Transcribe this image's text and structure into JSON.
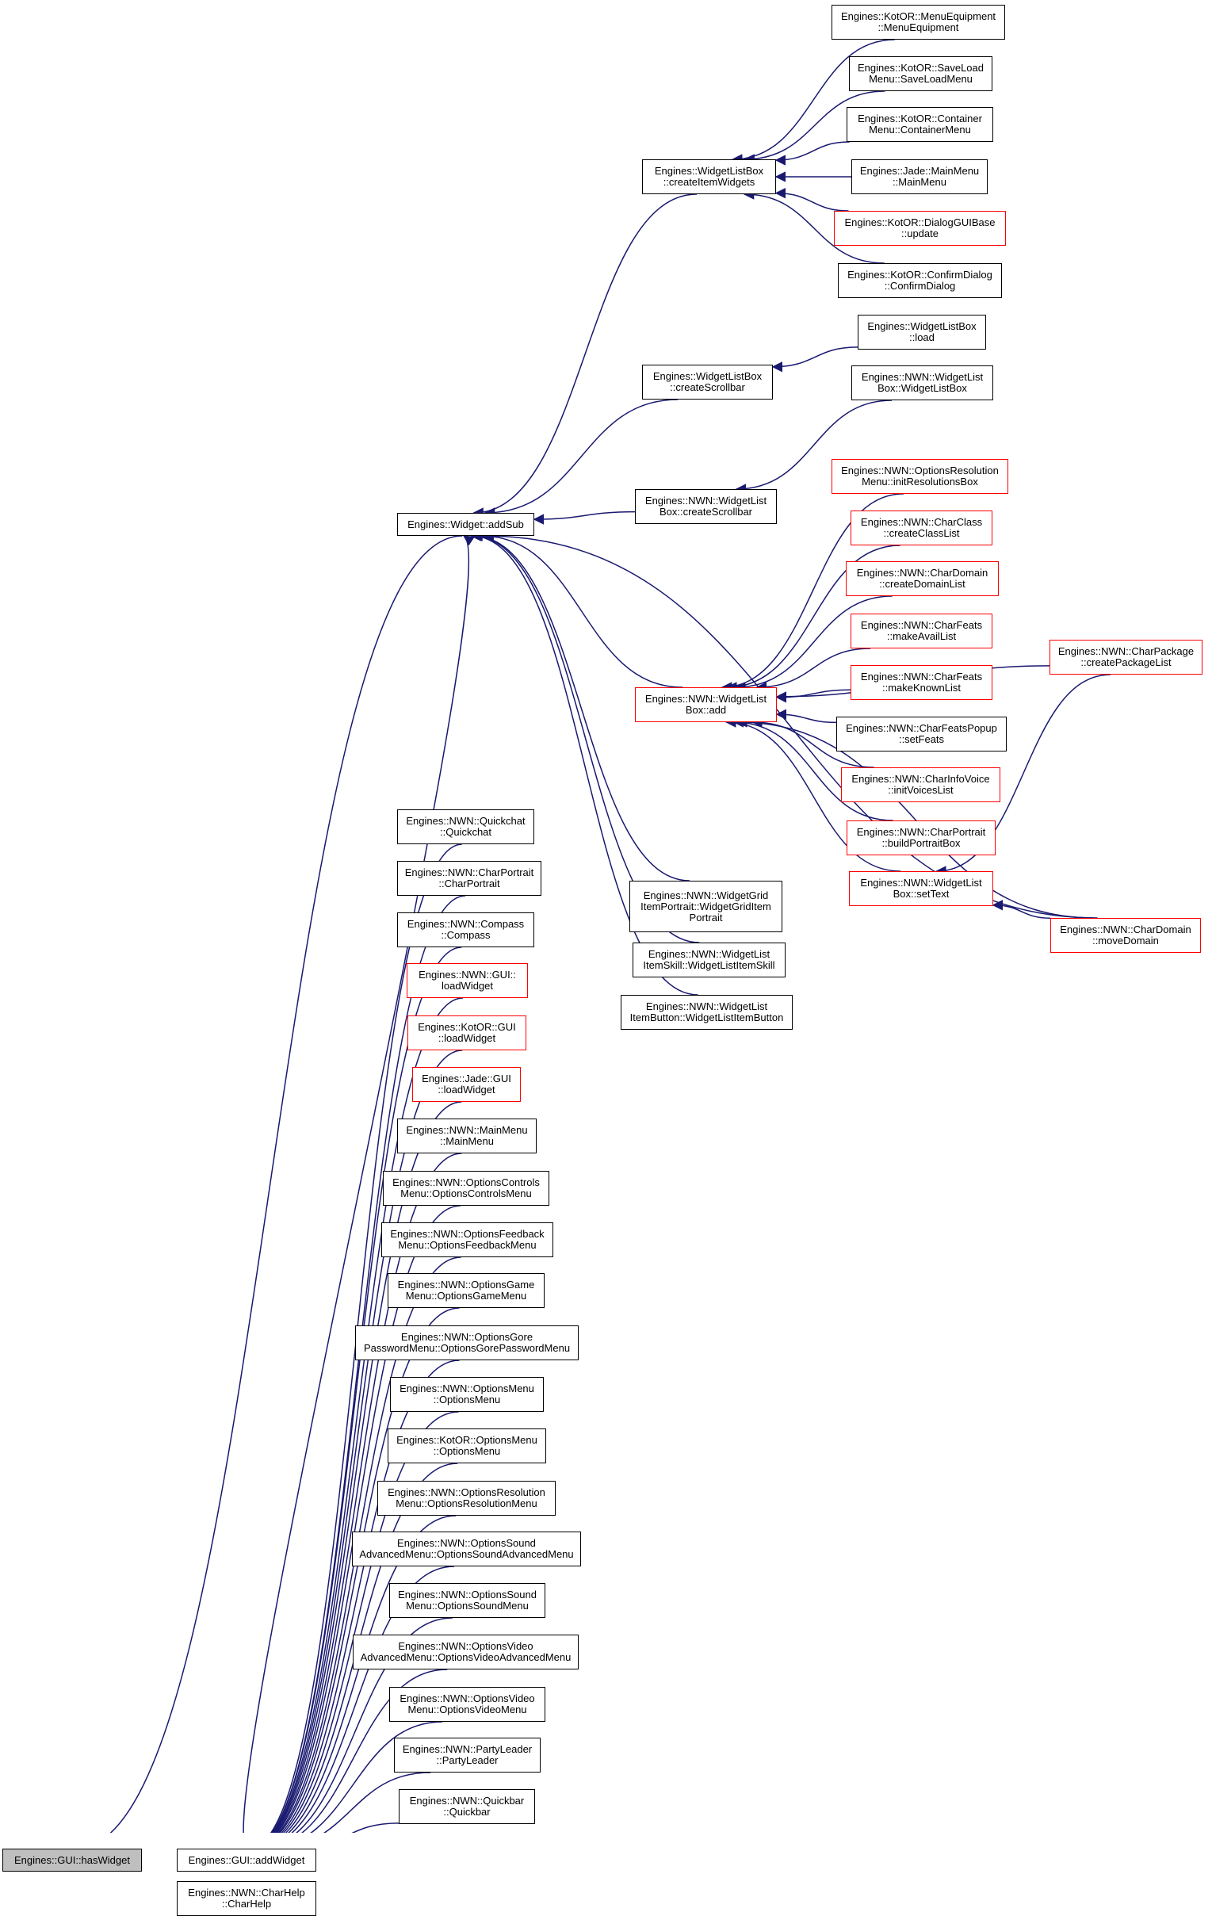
{
  "graph": {
    "edge_color": "#191970",
    "node_border_color": "#000000",
    "highlight_border_color": "#ff0000",
    "root_fill": "#bfbfbf",
    "nodes": [
      {
        "id": "hasWidget",
        "label": "Engines::GUI::hasWidget",
        "style": "root"
      },
      {
        "id": "addWidget",
        "label": "Engines::GUI::addWidget",
        "style": "normal"
      },
      {
        "id": "charHelp",
        "label": "Engines::NWN::CharHelp\n::CharHelp",
        "style": "normal"
      },
      {
        "id": "addSub",
        "label": "Engines::Widget::addSub",
        "style": "normal"
      },
      {
        "id": "createItemWidgets",
        "label": "Engines::WidgetListBox\n::createItemWidgets",
        "style": "normal"
      },
      {
        "id": "createScrollbar",
        "label": "Engines::WidgetListBox\n::createScrollbar",
        "style": "normal"
      },
      {
        "id": "nwnCreateScrollbar",
        "label": "Engines::NWN::WidgetList\nBox::createScrollbar",
        "style": "normal"
      },
      {
        "id": "nwnAdd",
        "label": "Engines::NWN::WidgetList\nBox::add",
        "style": "red"
      },
      {
        "id": "menuEquipment",
        "label": "Engines::KotOR::MenuEquipment\n::MenuEquipment",
        "style": "normal"
      },
      {
        "id": "saveLoad",
        "label": "Engines::KotOR::SaveLoad\nMenu::SaveLoadMenu",
        "style": "normal"
      },
      {
        "id": "container",
        "label": "Engines::KotOR::Container\nMenu::ContainerMenu",
        "style": "normal"
      },
      {
        "id": "jadeMainMenu",
        "label": "Engines::Jade::MainMenu\n::MainMenu",
        "style": "normal"
      },
      {
        "id": "dialogGUIBase",
        "label": "Engines::KotOR::DialogGUIBase\n::update",
        "style": "red"
      },
      {
        "id": "confirmDialog",
        "label": "Engines::KotOR::ConfirmDialog\n::ConfirmDialog",
        "style": "normal"
      },
      {
        "id": "listBoxLoad",
        "label": "Engines::WidgetListBox\n::load",
        "style": "normal"
      },
      {
        "id": "nwnListBoxCtor",
        "label": "Engines::NWN::WidgetList\nBox::WidgetListBox",
        "style": "normal"
      },
      {
        "id": "initResolutions",
        "label": "Engines::NWN::OptionsResolution\nMenu::initResolutionsBox",
        "style": "red"
      },
      {
        "id": "createClassList",
        "label": "Engines::NWN::CharClass\n::createClassList",
        "style": "red"
      },
      {
        "id": "createDomainList",
        "label": "Engines::NWN::CharDomain\n::createDomainList",
        "style": "red"
      },
      {
        "id": "makeAvailList",
        "label": "Engines::NWN::CharFeats\n::makeAvailList",
        "style": "red"
      },
      {
        "id": "makeKnownList",
        "label": "Engines::NWN::CharFeats\n::makeKnownList",
        "style": "red"
      },
      {
        "id": "setFeats",
        "label": "Engines::NWN::CharFeatsPopup\n::setFeats",
        "style": "normal"
      },
      {
        "id": "initVoicesList",
        "label": "Engines::NWN::CharInfoVoice\n::initVoicesList",
        "style": "red"
      },
      {
        "id": "buildPortraitBox",
        "label": "Engines::NWN::CharPortrait\n::buildPortraitBox",
        "style": "red"
      },
      {
        "id": "setText",
        "label": "Engines::NWN::WidgetList\nBox::setText",
        "style": "red"
      },
      {
        "id": "createPackageList",
        "label": "Engines::NWN::CharPackage\n::createPackageList",
        "style": "red"
      },
      {
        "id": "moveDomain",
        "label": "Engines::NWN::CharDomain\n::moveDomain",
        "style": "red"
      },
      {
        "id": "gridItemPortrait",
        "label": "Engines::NWN::WidgetGrid\nItemPortrait::WidgetGridItem\nPortrait",
        "style": "normal"
      },
      {
        "id": "itemSkill",
        "label": "Engines::NWN::WidgetList\nItemSkill::WidgetListItemSkill",
        "style": "normal"
      },
      {
        "id": "itemButton",
        "label": "Engines::NWN::WidgetList\nItemButton::WidgetListItemButton",
        "style": "normal"
      },
      {
        "id": "quickchat",
        "label": "Engines::NWN::Quickchat\n::Quickchat",
        "style": "normal"
      },
      {
        "id": "charPortrait",
        "label": "Engines::NWN::CharPortrait\n::CharPortrait",
        "style": "normal"
      },
      {
        "id": "compass",
        "label": "Engines::NWN::Compass\n::Compass",
        "style": "normal"
      },
      {
        "id": "nwnLoadWidget",
        "label": "Engines::NWN::GUI::\nloadWidget",
        "style": "red"
      },
      {
        "id": "kotorLoadWidget",
        "label": "Engines::KotOR::GUI\n::loadWidget",
        "style": "red"
      },
      {
        "id": "jadeLoadWidget",
        "label": "Engines::Jade::GUI\n::loadWidget",
        "style": "red"
      },
      {
        "id": "nwnMainMenu",
        "label": "Engines::NWN::MainMenu\n::MainMenu",
        "style": "normal"
      },
      {
        "id": "optionsControls",
        "label": "Engines::NWN::OptionsControls\nMenu::OptionsControlsMenu",
        "style": "normal"
      },
      {
        "id": "optionsFeedback",
        "label": "Engines::NWN::OptionsFeedback\nMenu::OptionsFeedbackMenu",
        "style": "normal"
      },
      {
        "id": "optionsGame",
        "label": "Engines::NWN::OptionsGame\nMenu::OptionsGameMenu",
        "style": "normal"
      },
      {
        "id": "optionsGore",
        "label": "Engines::NWN::OptionsGore\nPasswordMenu::OptionsGorePasswordMenu",
        "style": "normal"
      },
      {
        "id": "nwnOptionsMenu",
        "label": "Engines::NWN::OptionsMenu\n::OptionsMenu",
        "style": "normal"
      },
      {
        "id": "kotorOptionsMenu",
        "label": "Engines::KotOR::OptionsMenu\n::OptionsMenu",
        "style": "normal"
      },
      {
        "id": "optionsResolution",
        "label": "Engines::NWN::OptionsResolution\nMenu::OptionsResolutionMenu",
        "style": "normal"
      },
      {
        "id": "optionsSoundAdv",
        "label": "Engines::NWN::OptionsSound\nAdvancedMenu::OptionsSoundAdvancedMenu",
        "style": "normal"
      },
      {
        "id": "optionsSound",
        "label": "Engines::NWN::OptionsSound\nMenu::OptionsSoundMenu",
        "style": "normal"
      },
      {
        "id": "optionsVideoAdv",
        "label": "Engines::NWN::OptionsVideo\nAdvancedMenu::OptionsVideoAdvancedMenu",
        "style": "normal"
      },
      {
        "id": "optionsVideo",
        "label": "Engines::NWN::OptionsVideo\nMenu::OptionsVideoMenu",
        "style": "normal"
      },
      {
        "id": "partyLeader",
        "label": "Engines::NWN::PartyLeader\n::PartyLeader",
        "style": "normal"
      },
      {
        "id": "quickbar",
        "label": "Engines::NWN::Quickbar\n::Quickbar",
        "style": "normal"
      }
    ],
    "edges": [
      {
        "from": "addWidget",
        "to": "hasWidget"
      },
      {
        "from": "charHelp",
        "to": "hasWidget"
      },
      {
        "from": "addSub",
        "to": "hasWidget"
      },
      {
        "from": "createItemWidgets",
        "to": "addSub"
      },
      {
        "from": "createScrollbar",
        "to": "addSub"
      },
      {
        "from": "nwnCreateScrollbar",
        "to": "addSub"
      },
      {
        "from": "nwnAdd",
        "to": "addSub"
      },
      {
        "from": "gridItemPortrait",
        "to": "addSub"
      },
      {
        "from": "itemSkill",
        "to": "addSub"
      },
      {
        "from": "itemButton",
        "to": "addSub"
      },
      {
        "from": "moveDomain",
        "to": "addSub"
      },
      {
        "from": "addWidget",
        "to": "addSub"
      },
      {
        "from": "menuEquipment",
        "to": "createItemWidgets"
      },
      {
        "from": "saveLoad",
        "to": "createItemWidgets"
      },
      {
        "from": "container",
        "to": "createItemWidgets"
      },
      {
        "from": "jadeMainMenu",
        "to": "createItemWidgets"
      },
      {
        "from": "dialogGUIBase",
        "to": "createItemWidgets"
      },
      {
        "from": "confirmDialog",
        "to": "createItemWidgets"
      },
      {
        "from": "listBoxLoad",
        "to": "createScrollbar"
      },
      {
        "from": "nwnListBoxCtor",
        "to": "nwnCreateScrollbar"
      },
      {
        "from": "initResolutions",
        "to": "nwnAdd"
      },
      {
        "from": "createClassList",
        "to": "nwnAdd"
      },
      {
        "from": "createDomainList",
        "to": "nwnAdd"
      },
      {
        "from": "makeAvailList",
        "to": "nwnAdd"
      },
      {
        "from": "makeKnownList",
        "to": "nwnAdd"
      },
      {
        "from": "setFeats",
        "to": "nwnAdd"
      },
      {
        "from": "initVoicesList",
        "to": "nwnAdd"
      },
      {
        "from": "buildPortraitBox",
        "to": "nwnAdd"
      },
      {
        "from": "setText",
        "to": "nwnAdd"
      },
      {
        "from": "createPackageList",
        "to": "nwnAdd"
      },
      {
        "from": "moveDomain",
        "to": "nwnAdd"
      },
      {
        "from": "createPackageList",
        "to": "setText"
      },
      {
        "from": "moveDomain",
        "to": "setText"
      },
      {
        "from": "quickchat",
        "to": "addWidget"
      },
      {
        "from": "charPortrait",
        "to": "addWidget"
      },
      {
        "from": "compass",
        "to": "addWidget"
      },
      {
        "from": "nwnLoadWidget",
        "to": "addWidget"
      },
      {
        "from": "kotorLoadWidget",
        "to": "addWidget"
      },
      {
        "from": "jadeLoadWidget",
        "to": "addWidget"
      },
      {
        "from": "nwnMainMenu",
        "to": "addWidget"
      },
      {
        "from": "optionsControls",
        "to": "addWidget"
      },
      {
        "from": "optionsFeedback",
        "to": "addWidget"
      },
      {
        "from": "optionsGame",
        "to": "addWidget"
      },
      {
        "from": "optionsGore",
        "to": "addWidget"
      },
      {
        "from": "nwnOptionsMenu",
        "to": "addWidget"
      },
      {
        "from": "kotorOptionsMenu",
        "to": "addWidget"
      },
      {
        "from": "optionsResolution",
        "to": "addWidget"
      },
      {
        "from": "optionsSoundAdv",
        "to": "addWidget"
      },
      {
        "from": "optionsSound",
        "to": "addWidget"
      },
      {
        "from": "optionsVideoAdv",
        "to": "addWidget"
      },
      {
        "from": "optionsVideo",
        "to": "addWidget"
      },
      {
        "from": "partyLeader",
        "to": "addWidget"
      },
      {
        "from": "quickbar",
        "to": "addWidget"
      }
    ]
  }
}
